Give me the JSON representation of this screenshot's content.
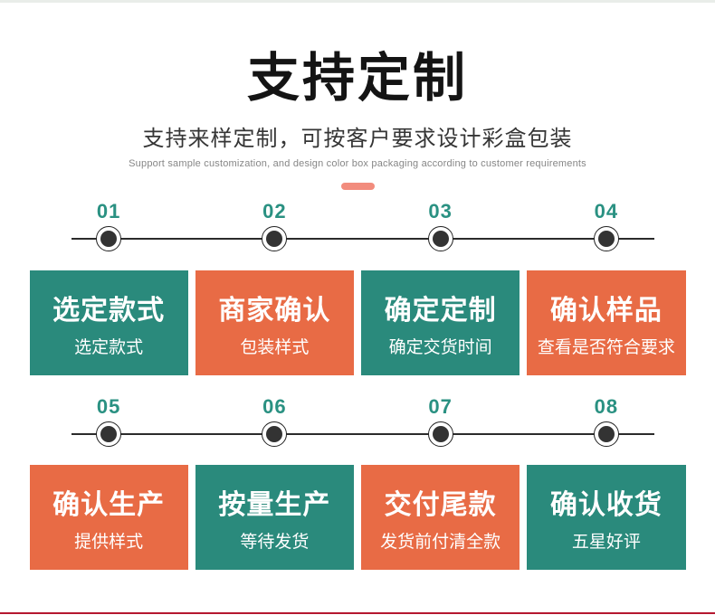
{
  "page": {
    "top_strip_color": "#e9ede9",
    "bottom_rule_color": "#b5172f",
    "background": "#ffffff"
  },
  "header": {
    "title": "支持定制",
    "subtitle": "支持来样定制，可按客户要求设计彩盒包装",
    "subtitle_en": "Support sample customization, and design color box packaging according to customer requirements",
    "divider_color": "#f28c7d"
  },
  "colors": {
    "teal_card": "#2a8a7c",
    "orange_card": "#e86b45",
    "step_number": "#2a9182",
    "timeline_dot": "#333333",
    "timeline_rail": "#2b2b2b"
  },
  "rows": [
    {
      "steps": [
        "01",
        "02",
        "03",
        "04"
      ],
      "cards": [
        {
          "title": "选定款式",
          "subtitle": "选定款式",
          "color": "#2a8a7c"
        },
        {
          "title": "商家确认",
          "subtitle": "包装样式",
          "color": "#e86b45"
        },
        {
          "title": "确定定制",
          "subtitle": "确定交货时间",
          "color": "#2a8a7c"
        },
        {
          "title": "确认样品",
          "subtitle": "查看是否符合要求",
          "color": "#e86b45"
        }
      ]
    },
    {
      "steps": [
        "05",
        "06",
        "07",
        "08"
      ],
      "cards": [
        {
          "title": "确认生产",
          "subtitle": "提供样式",
          "color": "#e86b45"
        },
        {
          "title": "按量生产",
          "subtitle": "等待发货",
          "color": "#2a8a7c"
        },
        {
          "title": "交付尾款",
          "subtitle": "发货前付清全款",
          "color": "#e86b45"
        },
        {
          "title": "确认收货",
          "subtitle": "五星好评",
          "color": "#2a8a7c"
        }
      ]
    }
  ]
}
